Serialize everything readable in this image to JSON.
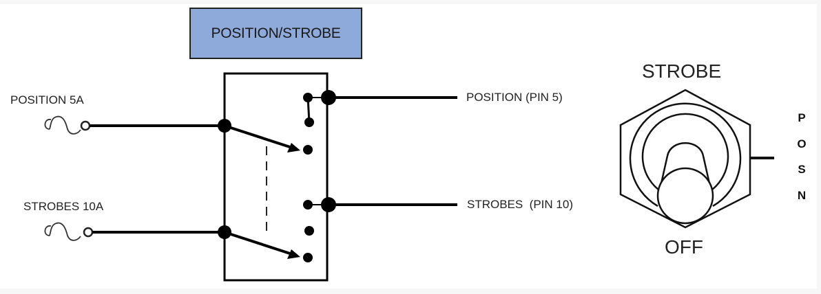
{
  "title_box": {
    "label": "POSITION/STROBE",
    "fill": "#8eaadb"
  },
  "inputs": [
    {
      "label": "POSITION 5A",
      "symbol": "fuse-icon"
    },
    {
      "label": "STROBES 10A",
      "symbol": "fuse-icon"
    }
  ],
  "outputs": [
    {
      "label": "POSITION (PIN 5)"
    },
    {
      "label": "STROBES  (PIN 10)"
    }
  ],
  "switch_panel": {
    "top_label": "STROBE",
    "bottom_label": "OFF",
    "side_label_letters": [
      "P",
      "O",
      "S",
      "N"
    ]
  }
}
